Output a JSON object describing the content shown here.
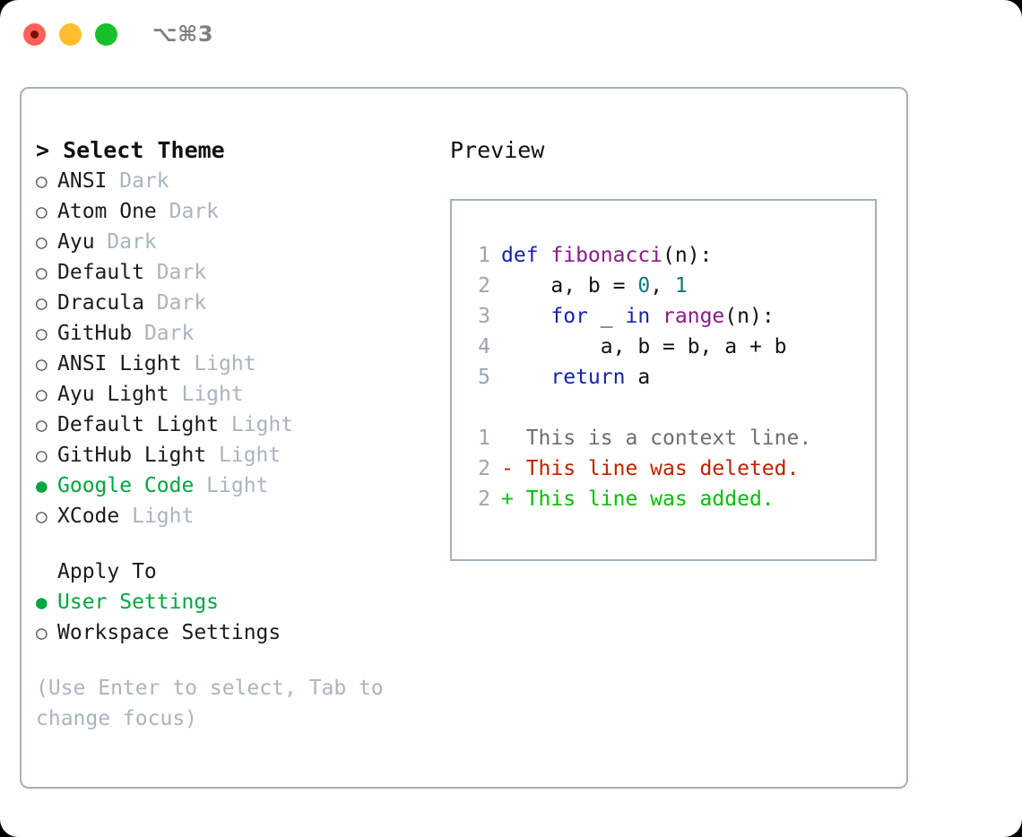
{
  "titlebar": {
    "shortcut": "⌥⌘3",
    "buttons": {
      "close": "close",
      "minimize": "minimize",
      "maximize": "maximize"
    }
  },
  "theme_picker": {
    "heading": "> Select Theme",
    "bullet_selected": "●",
    "bullet_unselected": "○",
    "selected_color": "#00a63e",
    "tag_color": "#aab4c0",
    "items": [
      {
        "name": "ANSI",
        "tag": "Dark",
        "selected": false
      },
      {
        "name": "Atom One",
        "tag": "Dark",
        "selected": false
      },
      {
        "name": "Ayu",
        "tag": "Dark",
        "selected": false
      },
      {
        "name": "Default",
        "tag": "Dark",
        "selected": false
      },
      {
        "name": "Dracula",
        "tag": "Dark",
        "selected": false
      },
      {
        "name": "GitHub",
        "tag": "Dark",
        "selected": false
      },
      {
        "name": "ANSI Light",
        "tag": "Light",
        "selected": false
      },
      {
        "name": "Ayu Light",
        "tag": "Light",
        "selected": false
      },
      {
        "name": "Default Light",
        "tag": "Light",
        "selected": false
      },
      {
        "name": "GitHub Light",
        "tag": "Light",
        "selected": false
      },
      {
        "name": "Google Code",
        "tag": "Light",
        "selected": true
      },
      {
        "name": "XCode",
        "tag": "Light",
        "selected": false
      }
    ]
  },
  "apply_to": {
    "heading": "Apply To",
    "options": [
      {
        "label": "User Settings",
        "selected": true
      },
      {
        "label": "Workspace Settings",
        "selected": false
      }
    ]
  },
  "hint": {
    "text": "(Use Enter to select, Tab to change focus)"
  },
  "preview": {
    "heading": "Preview",
    "code_lines": [
      {
        "lineno": "1",
        "tokens": [
          {
            "t": "def ",
            "c": "kw"
          },
          {
            "t": "fibonacci",
            "c": "fn"
          },
          {
            "t": "(n):",
            "c": "pl"
          }
        ]
      },
      {
        "lineno": "2",
        "tokens": [
          {
            "t": "    a, b = ",
            "c": "pl"
          },
          {
            "t": "0",
            "c": "num"
          },
          {
            "t": ", ",
            "c": "pl"
          },
          {
            "t": "1",
            "c": "num"
          }
        ]
      },
      {
        "lineno": "3",
        "tokens": [
          {
            "t": "    ",
            "c": "pl"
          },
          {
            "t": "for",
            "c": "kw"
          },
          {
            "t": " _ ",
            "c": "pl"
          },
          {
            "t": "in",
            "c": "kw"
          },
          {
            "t": " ",
            "c": "pl"
          },
          {
            "t": "range",
            "c": "fn"
          },
          {
            "t": "(n):",
            "c": "pl"
          }
        ]
      },
      {
        "lineno": "4",
        "tokens": [
          {
            "t": "        a, b = b, a + b",
            "c": "pl"
          }
        ]
      },
      {
        "lineno": "5",
        "tokens": [
          {
            "t": "    ",
            "c": "pl"
          },
          {
            "t": "return",
            "c": "kw"
          },
          {
            "t": " a",
            "c": "pl"
          }
        ]
      }
    ],
    "diff_lines": [
      {
        "lineno": "1",
        "marker": " ",
        "text": " This is a context line.",
        "kind": "context"
      },
      {
        "lineno": "2",
        "marker": "-",
        "text": " This line was deleted.",
        "kind": "del"
      },
      {
        "lineno": "2",
        "marker": "+",
        "text": " This line was added.",
        "kind": "add"
      }
    ],
    "syntax_colors": {
      "keyword": "#1520b0",
      "function": "#8b1a8b",
      "number": "#0a7a7a",
      "plain": "#111111",
      "lineno": "#9aa5b1",
      "diff_context": "#6e6e6e",
      "diff_deleted": "#c02000",
      "diff_added": "#00c000"
    }
  }
}
